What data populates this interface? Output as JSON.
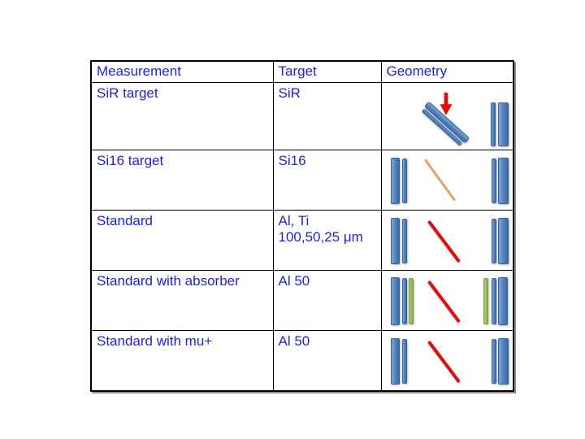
{
  "slide": {
    "background": "#ffffff"
  },
  "table": {
    "headers": [
      "Measurement",
      "Target",
      "Geometry"
    ],
    "rows": [
      {
        "measurement": "SiR target",
        "target": "SiR",
        "geometry": {
          "description": "tilted two-layer target slab with red beam arrow pointing down, thin and thick vertical detector bars at right",
          "elements": [
            "red-down-arrow",
            "tilted-blue-bar-pair",
            "blue-bar-thin",
            "blue-bar-thick"
          ]
        }
      },
      {
        "measurement": "Si16 target",
        "target": "Si16",
        "geometry": {
          "description": "thick and thin blue bars left, tan diagonal beam line, thin and thick blue bars right",
          "elements": [
            "blue-bar-thick",
            "blue-bar-thin",
            "tan-diagonal-beam",
            "blue-bar-thin",
            "blue-bar-thick"
          ]
        }
      },
      {
        "measurement": "Standard",
        "target": "Al, Ti\n100,50,25 μm",
        "geometry": {
          "description": "thick and thin blue bars left, red diagonal beam line, thin and thick blue bars right",
          "elements": [
            "blue-bar-thick",
            "blue-bar-thin",
            "red-diagonal-beam",
            "blue-bar-thin",
            "blue-bar-thick"
          ]
        }
      },
      {
        "measurement": "Standard with absorber",
        "target": "Al 50",
        "geometry": {
          "description": "thick blue, thin blue and green absorber bars left, red diagonal beam line, green absorber, thin blue and thick blue bars right",
          "elements": [
            "blue-bar-thick",
            "blue-bar-thin",
            "green-bar-thin",
            "red-diagonal-beam",
            "green-bar-thin",
            "blue-bar-thin",
            "blue-bar-thick"
          ]
        }
      },
      {
        "measurement": "Standard with mu+",
        "target": "Al 50",
        "geometry": {
          "description": "thick and thin blue bars left, red diagonal beam line, thin and thick blue bars right",
          "elements": [
            "blue-bar-thick",
            "blue-bar-thin",
            "red-diagonal-beam",
            "blue-bar-thin",
            "blue-bar-thick"
          ]
        }
      }
    ]
  },
  "colors": {
    "text": "#2222cc",
    "table_border": "#000000",
    "bar_blue": "#4f81bd",
    "bar_green": "#9bbb59",
    "beam_red": "#e00d0d",
    "beam_tan": "#e8a25d",
    "arrow_red": "#e00d0d",
    "shadow_gray": "#8f8f8f"
  }
}
